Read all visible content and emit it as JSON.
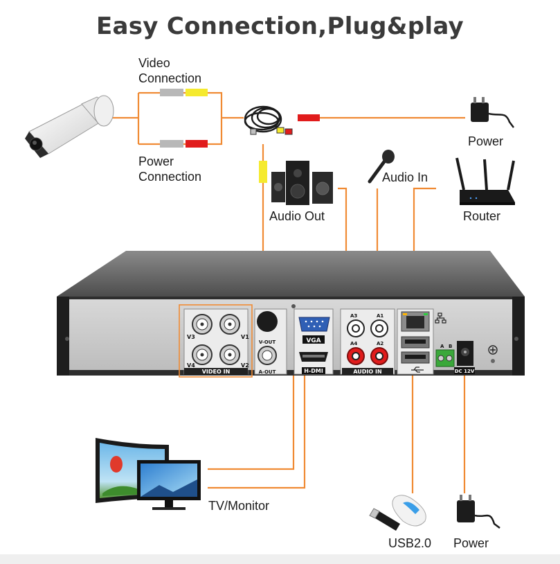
{
  "title": "Easy Connection,Plug&play",
  "labels": {
    "video_connection_1": "Video",
    "video_connection_2": "Connection",
    "power_connection_1": "Power",
    "power_connection_2": "Connection",
    "power_top": "Power",
    "audio_out": "Audio Out",
    "audio_in": "Audio In",
    "router": "Router",
    "tv_monitor": "TV/Monitor",
    "usb": "USB2.0",
    "power_bottom": "Power"
  },
  "ports": {
    "video_in": "VIDEO IN",
    "v1": "V1",
    "v2": "V2",
    "v3": "V3",
    "v4": "V4",
    "v_out": "V-OUT",
    "a_out": "A-OUT",
    "vga": "VGA",
    "hdmi": "H-DMI",
    "audio_in": "AUDIO IN",
    "a1": "A1",
    "a2": "A2",
    "a3": "A3",
    "a4": "A4",
    "rs485_a": "A",
    "rs485_b": "B",
    "dc": "DC 12V"
  },
  "colors": {
    "wire": "#f08a33",
    "chassis_top": "#6e6e6e",
    "panel": "#c9c9c9",
    "plug_yellow": "#f5ea2e",
    "plug_red": "#e11c1c",
    "plug_gray": "#b8b8b8"
  },
  "icons": [
    "bullet-camera-icon",
    "bnc-cable-icon",
    "power-adapter-icon",
    "speaker-icon",
    "microphone-icon",
    "router-icon",
    "monitor-icon",
    "usb-mouse-icon",
    "usb-stick-icon"
  ]
}
